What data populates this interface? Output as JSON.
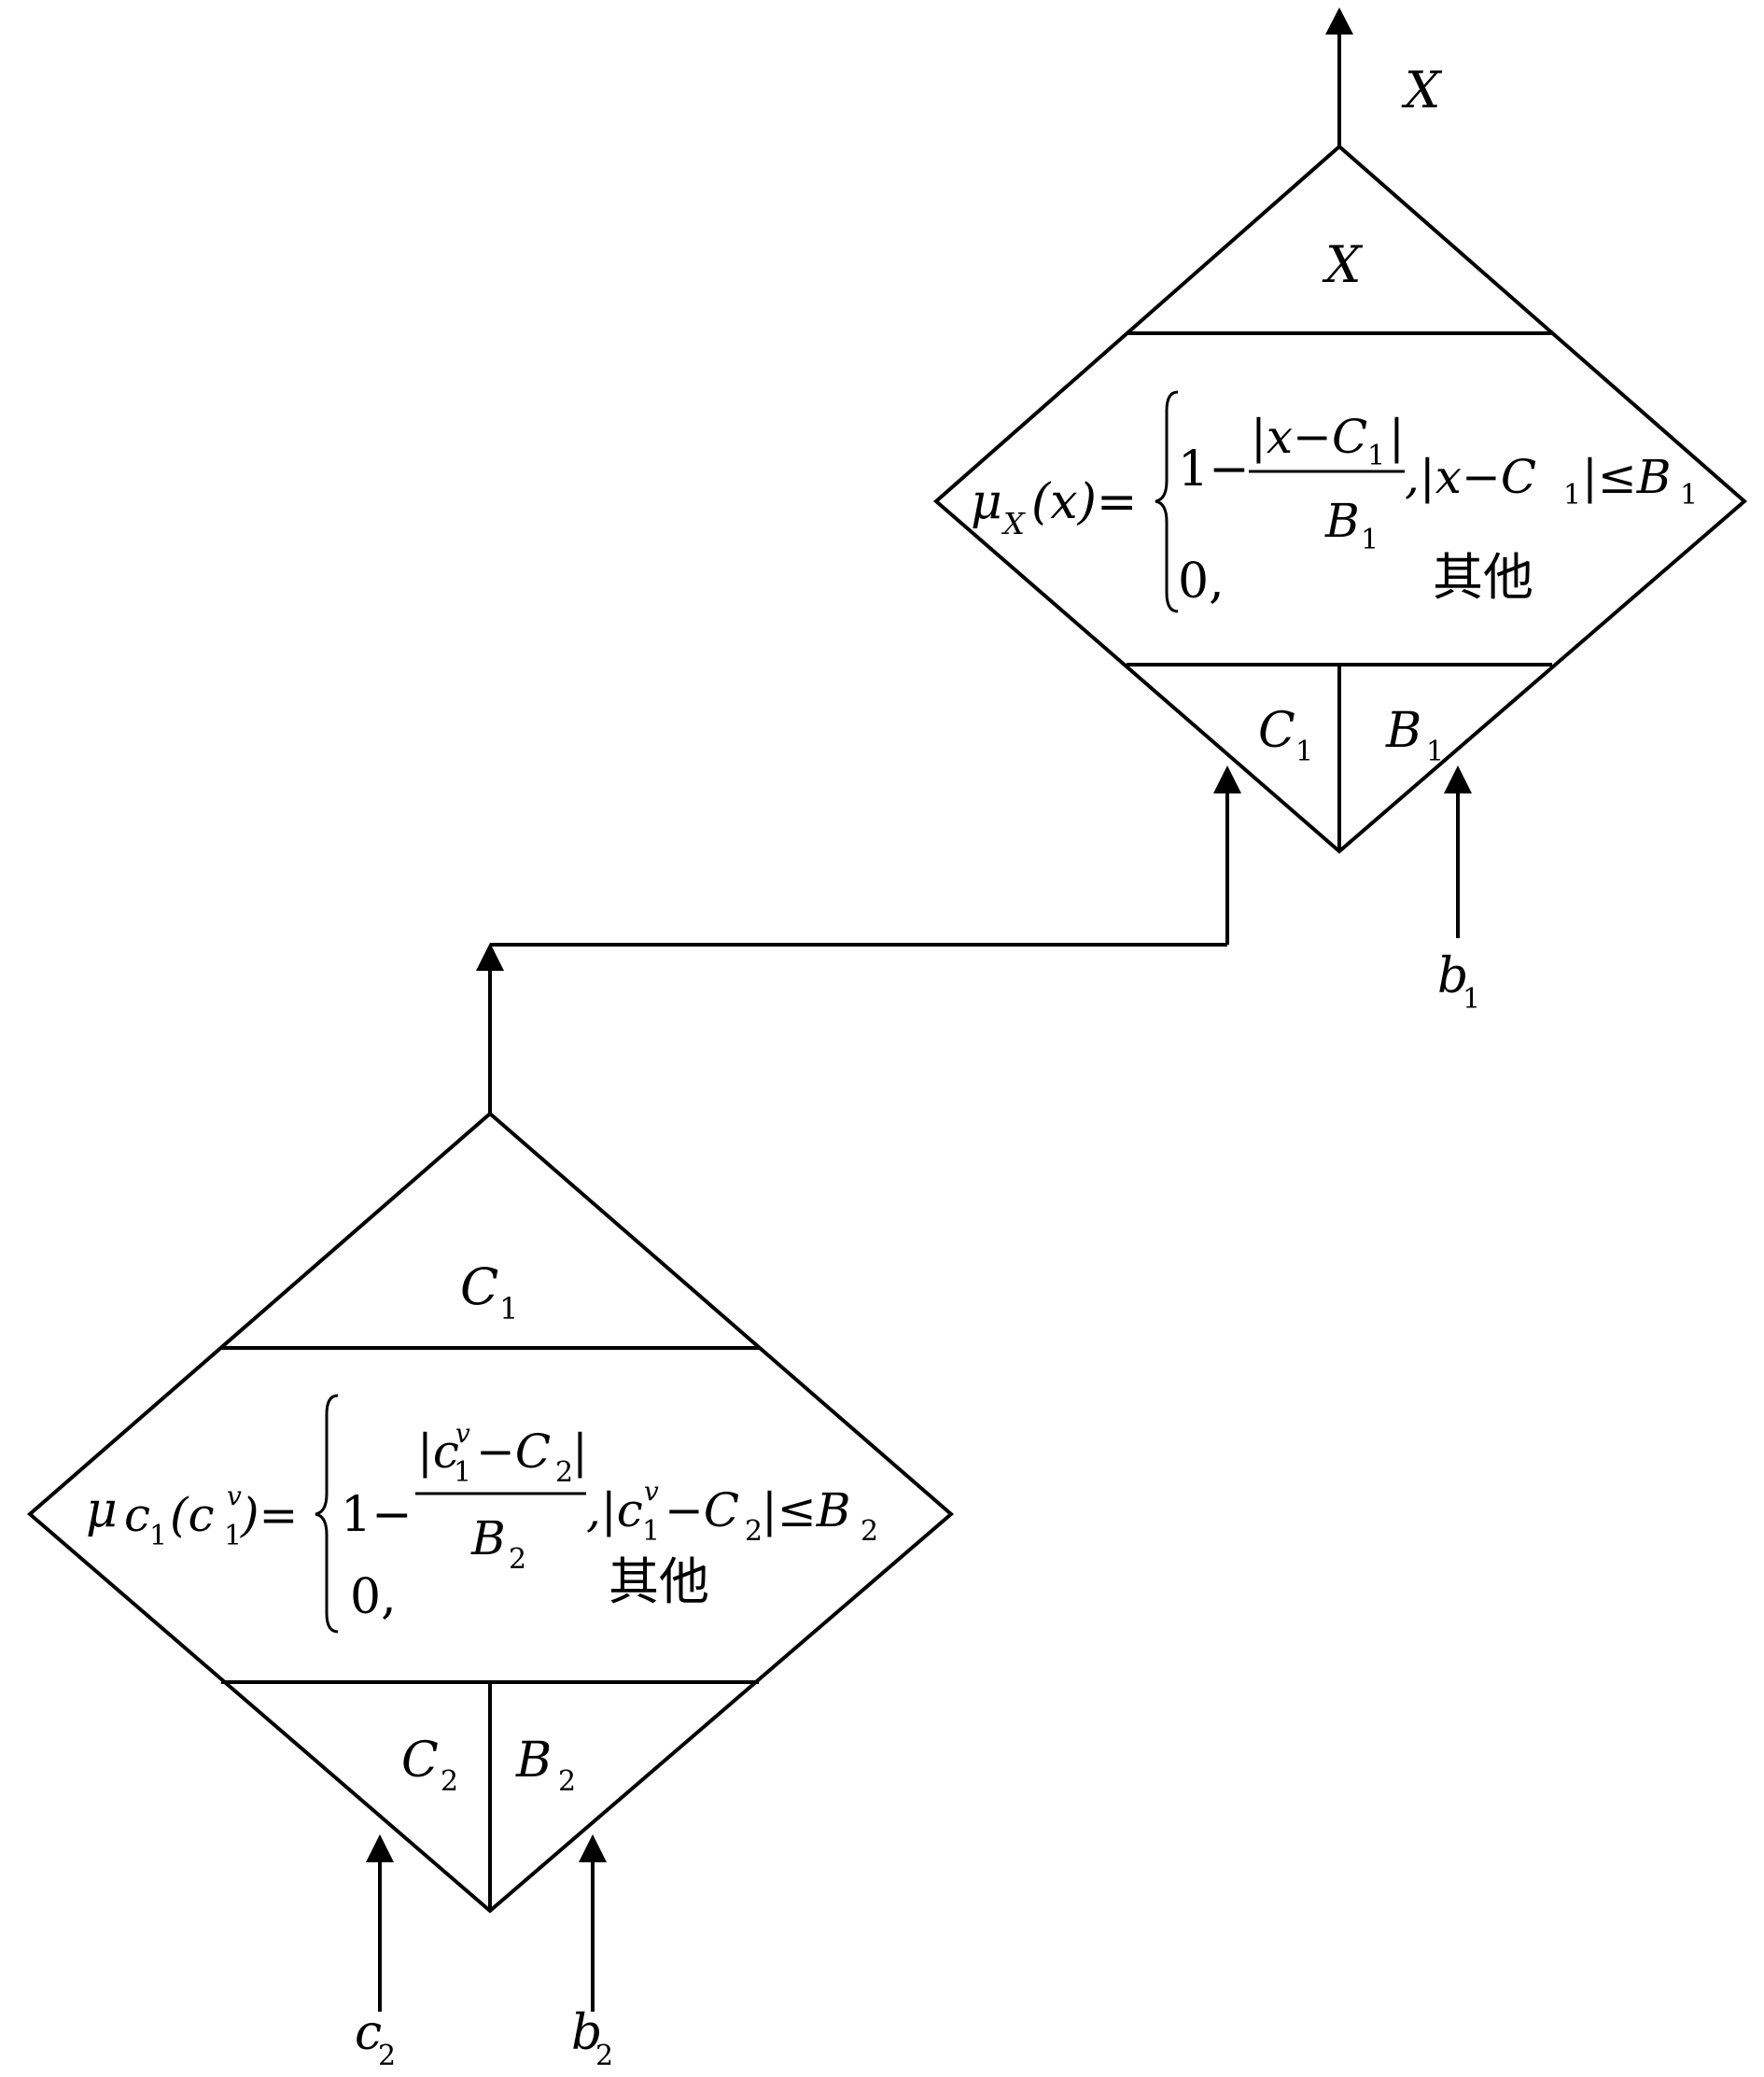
{
  "top_block": {
    "output_label": "X",
    "header": "X",
    "formula": {
      "lhs_mu": "μ",
      "lhs_sub": "X",
      "lhs_arg": "(x)=",
      "case1_one": "1−",
      "case1_num_left": "|x−C",
      "case1_num_sub": "1",
      "case1_num_right": "|",
      "case1_den": "B",
      "case1_den_sub": "1",
      "case1_cond_left": ",|x−C",
      "case1_cond_sub": "1",
      "case1_cond_mid": "|≤B",
      "case1_cond_sub2": "1",
      "case2_val": "0,",
      "case2_cond": "其他"
    },
    "inputs": {
      "left": "C",
      "left_sub": "1",
      "right": "B",
      "right_sub": "1"
    },
    "external_input": "b",
    "external_input_sub": "1"
  },
  "bottom_block": {
    "header": "C",
    "header_sub": "1",
    "formula": {
      "lhs_mu": "μ",
      "lhs_c": "c",
      "lhs_c_sub": "1",
      "lhs_arg_open": "(c",
      "lhs_arg_sup": "v",
      "lhs_arg_sub": "1",
      "lhs_arg_close": ")=",
      "case1_one": "1−",
      "case1_num_left": "|c",
      "case1_num_sup": "v",
      "case1_num_sub": "1",
      "case1_num_mid": "−C",
      "case1_num_sub2": "2",
      "case1_num_right": "|",
      "case1_den": "B",
      "case1_den_sub": "2",
      "case1_cond_left": ",|c",
      "case1_cond_sup": "v",
      "case1_cond_sub": "1",
      "case1_cond_mid": "−C",
      "case1_cond_sub2": "2",
      "case1_cond_right": "|≤B",
      "case1_cond_sub3": "2",
      "case2_val": "0,",
      "case2_cond": "其他"
    },
    "inputs": {
      "left": "C",
      "left_sub": "2",
      "right": "B",
      "right_sub": "2"
    },
    "external_inputs": [
      {
        "label": "c",
        "sub": "2"
      },
      {
        "label": "b",
        "sub": "2"
      }
    ]
  }
}
